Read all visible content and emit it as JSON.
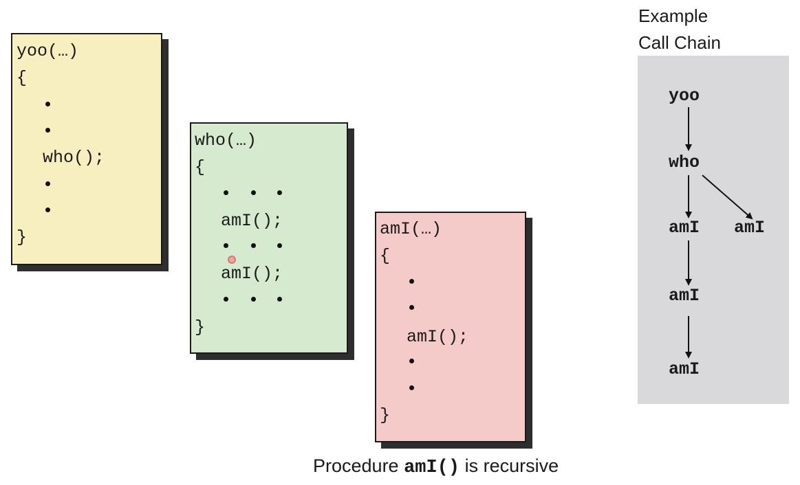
{
  "colors": {
    "yoo_box": "#f7efbf",
    "who_box": "#d5eacf",
    "ami_box": "#f5cbc9",
    "chain_panel": "#d9d9db",
    "cursor_dot": "#f07878"
  },
  "yoo": {
    "header": "yoo(…)",
    "open_brace": "{",
    "call": "who();",
    "close_brace": "}"
  },
  "who": {
    "header": "who(…)",
    "open_brace": "{",
    "call1": "amI();",
    "call2": "amI();",
    "close_brace": "}"
  },
  "ami": {
    "header": "amI(…)",
    "open_brace": "{",
    "call": "amI();",
    "close_brace": "}"
  },
  "chain": {
    "title_line1": "Example",
    "title_line2": "Call Chain",
    "nodes": {
      "yoo": "yoo",
      "who": "who",
      "ami_1": "amI",
      "ami_side": "amI",
      "ami_2": "amI",
      "ami_3": "amI"
    }
  },
  "caption": {
    "prefix": "Procedure ",
    "code": "amI()",
    "suffix": " is recursive"
  }
}
